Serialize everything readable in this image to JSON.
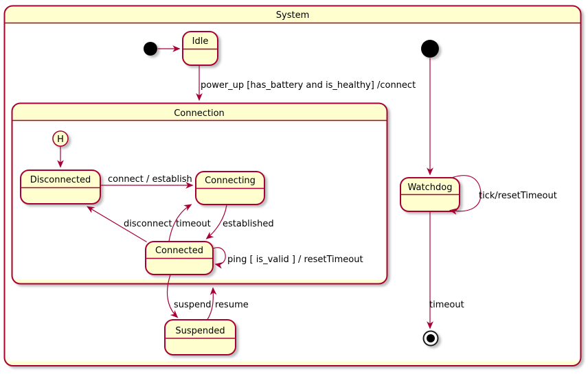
{
  "colors": {
    "state_fill": "#FEFECE",
    "border": "#A80036",
    "arrow": "#A80036",
    "text": "#000000",
    "initial_dot": "#000000",
    "background": "#FFFFFF"
  },
  "frames": {
    "system": {
      "title": "System"
    },
    "connection": {
      "title": "Connection"
    }
  },
  "states": {
    "idle": {
      "label": "Idle"
    },
    "disconnected": {
      "label": "Disconnected"
    },
    "connecting": {
      "label": "Connecting"
    },
    "connected": {
      "label": "Connected"
    },
    "suspended": {
      "label": "Suspended"
    },
    "watchdog": {
      "label": "Watchdog"
    },
    "history": {
      "label": "H"
    }
  },
  "transitions": {
    "power_up": {
      "label": "power_up [has_battery and is_healthy] /connect"
    },
    "connect": {
      "label": "connect / establish"
    },
    "disconnect": {
      "label": "disconnect"
    },
    "timeout": {
      "label": "timeout"
    },
    "established": {
      "label": "established"
    },
    "ping": {
      "label": "ping [ is_valid ] / resetTimeout"
    },
    "suspend": {
      "label": "suspend"
    },
    "resume": {
      "label": "resume"
    },
    "tick": {
      "label": "tick/resetTimeout"
    },
    "watchdog_timeout": {
      "label": "timeout"
    }
  }
}
